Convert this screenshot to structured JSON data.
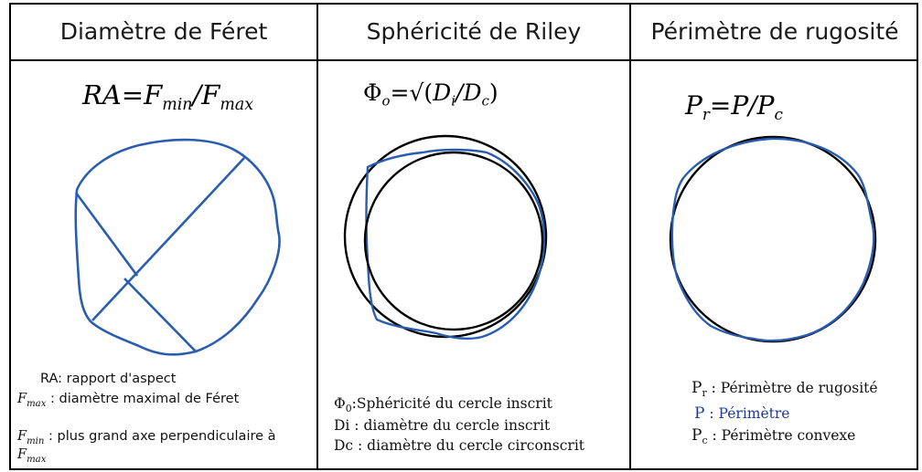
{
  "columns": [
    {
      "title": "Diamètre de Féret",
      "formula": {
        "lhs": "RA",
        "f": "F",
        "min": "min",
        "slash": "/",
        "max": "max"
      },
      "legend": [
        {
          "symbol": "",
          "text": "RA: rapport d'aspect"
        },
        {
          "symbol": "F",
          "sub": "max",
          "text": " : diamètre maximal de Féret"
        },
        {
          "symbol": "F",
          "sub": "min",
          "text": " : plus grand axe perpendiculaire à"
        },
        {
          "symbol": "F",
          "sub": "max",
          "text": ""
        }
      ]
    },
    {
      "title": "Sphéricité de Riley",
      "formula": {
        "phi": "Φ",
        "phi_sub": "o",
        "eq": "=√(",
        "di": "D",
        "di_sub": "i",
        "slash": "/",
        "dc": "D",
        "dc_sub": "c",
        "close": ")"
      },
      "legend": [
        {
          "symbol": "Φ",
          "sub": "0",
          "text": ":Sphéricité du cercle inscrit"
        },
        {
          "symbol": "",
          "text": "Di : diamètre du  cercle inscrit"
        },
        {
          "symbol": "",
          "text": "Dc : diamètre du  cercle circonscrit"
        }
      ]
    },
    {
      "title": "Périmètre de rugosité",
      "formula": {
        "pr": "P",
        "pr_sub": "r",
        "eq": "=",
        "p": "P",
        "slash": "/",
        "pc": "P",
        "pc_sub": "c"
      },
      "legend": [
        {
          "symbol": "P",
          "sub": "r",
          "text": " : Périmètre de rugosité"
        },
        {
          "symbol": "P",
          "sub": "",
          "text": " : Périmètre"
        },
        {
          "symbol": "P",
          "sub": "c",
          "text": " : Périmètre convexe"
        }
      ]
    }
  ],
  "colors": {
    "outline": "#2a5db0",
    "circle": "#000000",
    "legend_highlight": "#1f3b93"
  }
}
